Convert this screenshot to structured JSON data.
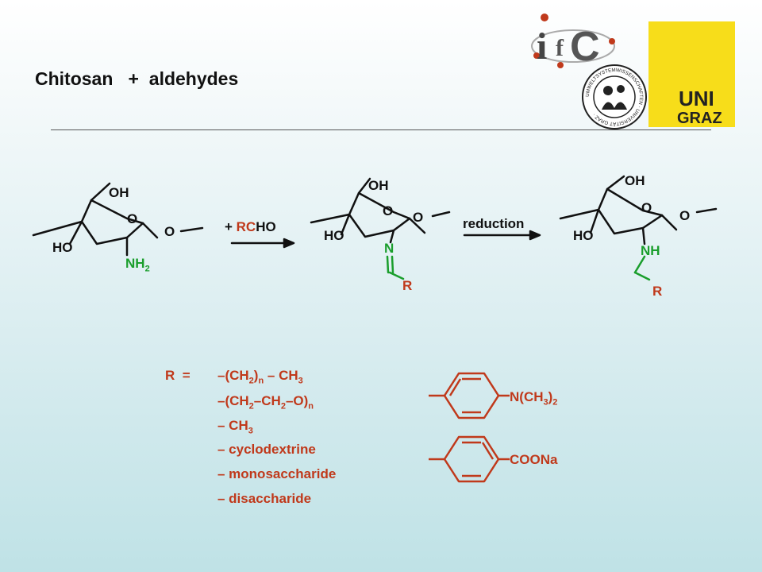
{
  "slide": {
    "title": "Chitosan   +  aldehydes"
  },
  "logos": {
    "ifc": {
      "letters": [
        "i",
        "f",
        "C"
      ]
    },
    "uni": {
      "line1": "UNI",
      "line2": "GRAZ",
      "bg": "#f7dd1a"
    },
    "seal": {
      "ring_text": "UMWELTSYSTEMWISSENSCHAFTEN · UNIVERSITÄT GRAZ ·"
    }
  },
  "scheme": {
    "mol1": {
      "OH": "OH",
      "O_ring": "O",
      "O_link": "O",
      "HO": "HO",
      "NH2_main": "NH",
      "NH2_sub": "2"
    },
    "arrow1": {
      "plus": "+ ",
      "rc": "RC",
      "ho": "HO"
    },
    "mol2": {
      "OH": "OH",
      "O_ring": "O",
      "O_link": "O",
      "HO": "HO",
      "N": "N",
      "R": "R"
    },
    "arrow2": {
      "label": "reduction"
    },
    "mol3": {
      "OH": "OH",
      "O_ring": "O",
      "O_link": "O",
      "HO": "HO",
      "NH": "NH",
      "R": "R"
    }
  },
  "r_groups": {
    "label": "R  =",
    "items": [
      {
        "parts": [
          "–(CH",
          "2",
          ")",
          "n",
          " – CH",
          "3"
        ]
      },
      {
        "parts": [
          "–(CH",
          "2",
          "–CH",
          "2",
          "–O)",
          "n"
        ]
      },
      {
        "parts": [
          "– CH",
          "3"
        ]
      },
      {
        "text": "– cyclodextrine"
      },
      {
        "text": "– monosaccharide"
      },
      {
        "text": "– disaccharide"
      }
    ],
    "aromatic": [
      {
        "main": "N(CH",
        "sub": "3",
        "close": ")",
        "sub2": "2"
      },
      {
        "main": "COONa"
      }
    ]
  },
  "colors": {
    "black": "#111111",
    "green": "#1a9e2c",
    "red": "#c0391b"
  }
}
